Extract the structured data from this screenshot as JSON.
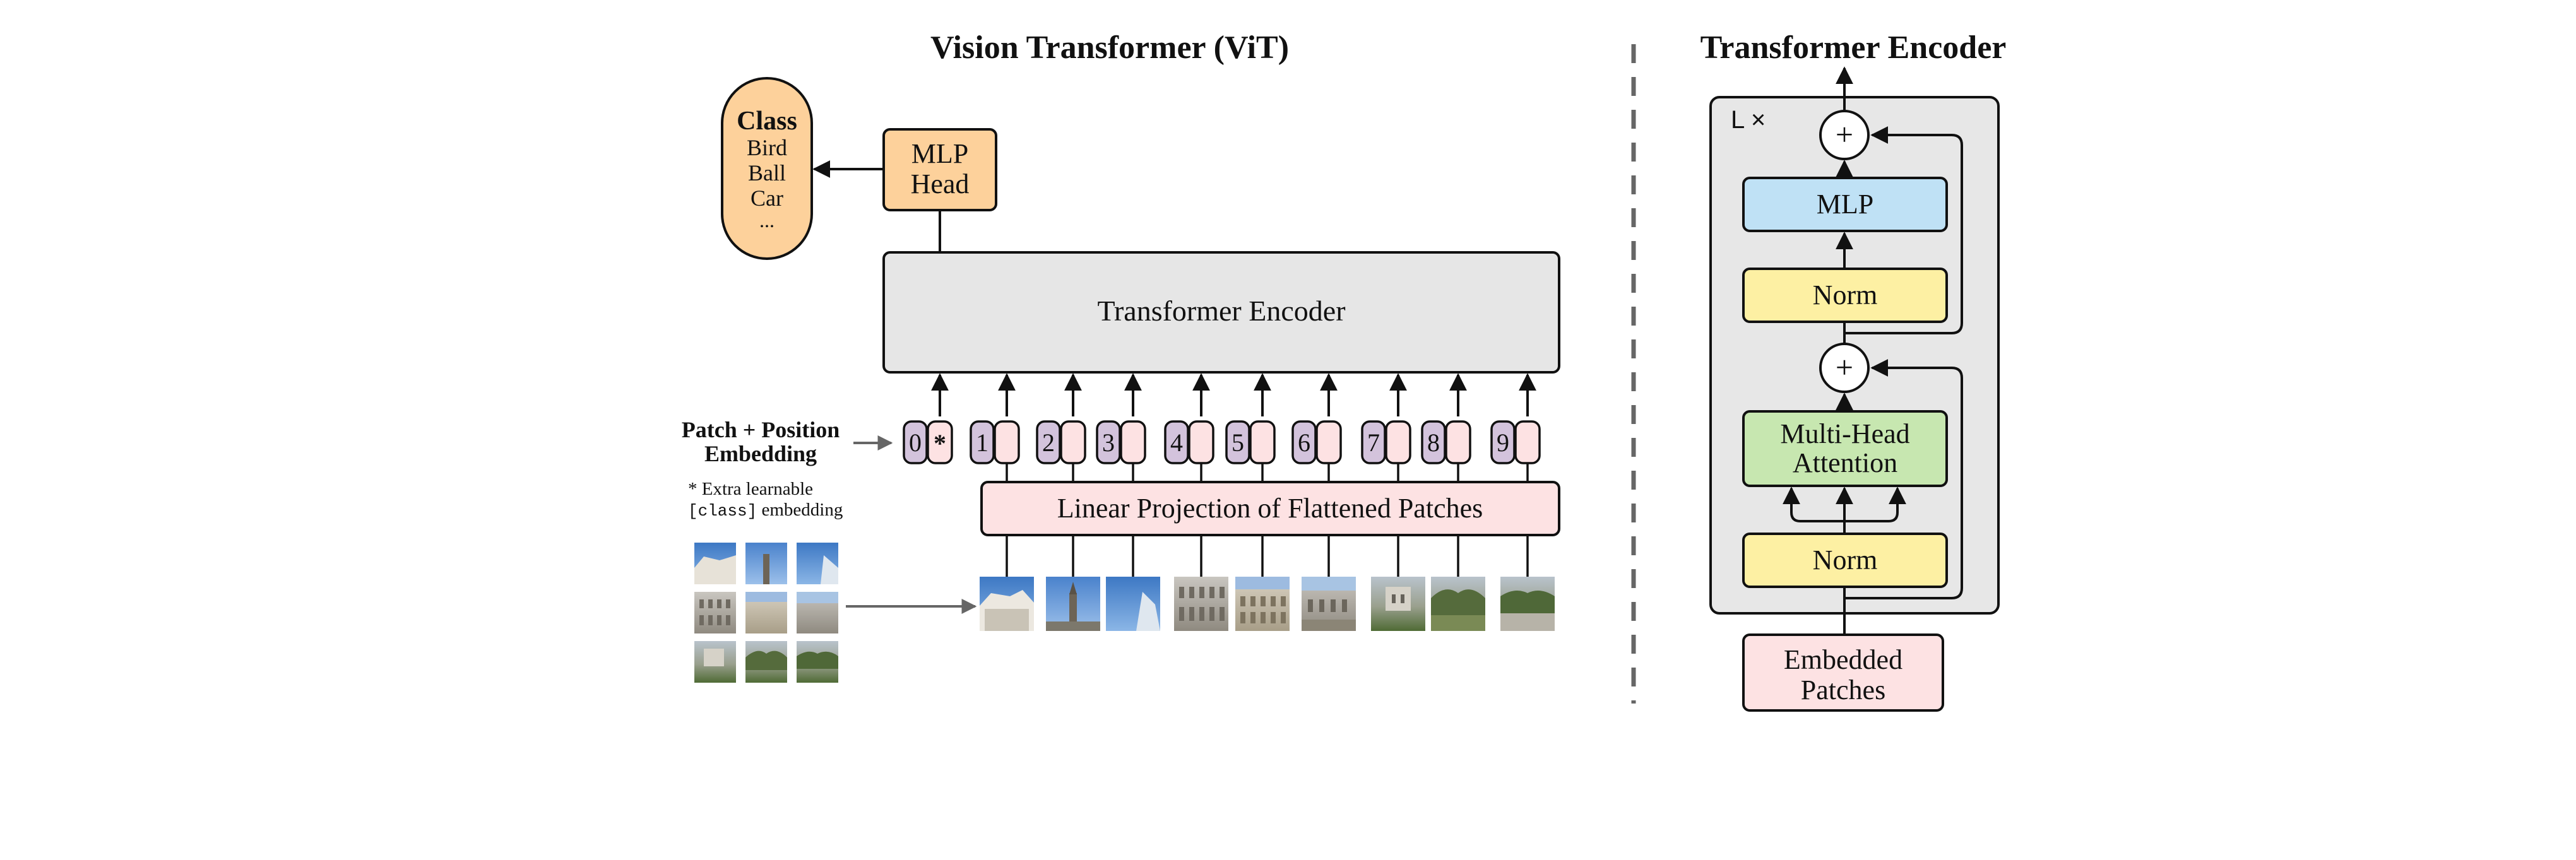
{
  "vit": {
    "title": "Vision Transformer (ViT)",
    "class_box": {
      "heading": "Class",
      "items": [
        "Bird",
        "Ball",
        "Car",
        "..."
      ]
    },
    "mlp_head": {
      "line1": "MLP",
      "line2": "Head"
    },
    "encoder_label": "Transformer Encoder",
    "embedding_label": {
      "line1": "Patch + Position",
      "line2": "Embedding"
    },
    "note": {
      "line1": "* Extra learnable",
      "code": "[class]",
      "line2_rest": " embedding"
    },
    "projection_label": "Linear Projection of Flattened Patches",
    "position_indices": [
      "0",
      "1",
      "2",
      "3",
      "4",
      "5",
      "6",
      "7",
      "8",
      "9"
    ],
    "class_token_marker": "*"
  },
  "encoder_detail": {
    "title": "Transformer Encoder",
    "repeat_label": "L ×",
    "plus_symbol": "+",
    "mlp_label": "MLP",
    "norm_label": "Norm",
    "attention": {
      "line1": "Multi-Head",
      "line2": "Attention"
    },
    "input": {
      "line1": "Embedded",
      "line2": "Patches"
    }
  },
  "colors": {
    "class_fill": "#fdd19b",
    "mlp_head_fill": "#fdd19b",
    "encoder_fill": "#e6e6e6",
    "position_fill": "#d3c3dc",
    "patch_fill": "#fde2e3",
    "projection_fill": "#fde2e3",
    "mlp_fill": "#bfe1f5",
    "norm_fill": "#fdf0a3",
    "attention_fill": "#c7e7b0",
    "outer_block_fill": "#e7e7e7"
  }
}
